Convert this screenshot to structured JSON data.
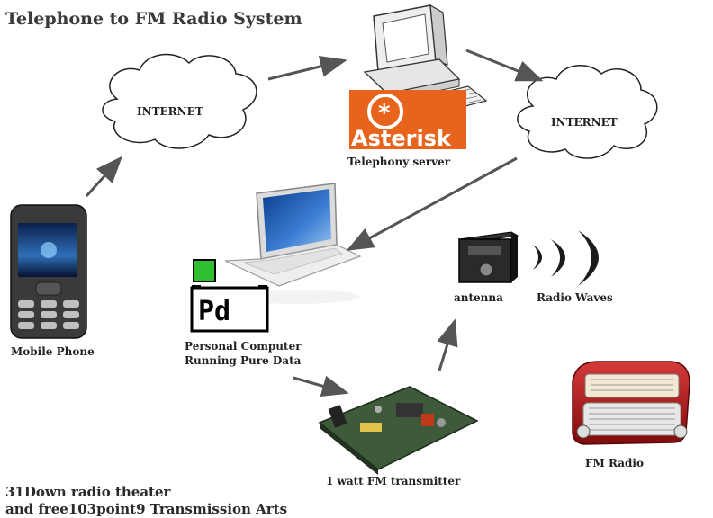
{
  "title": "Telephone to FM Radio System",
  "nodes": {
    "internet_left": "INTERNET",
    "internet_right": "INTERNET",
    "telephony_server": "Telephony server",
    "asterisk_logo_text": "Asterisk",
    "mobile_phone": "Mobile Phone",
    "pc_line1": "Personal Computer",
    "pc_line2": "Running Pure Data",
    "pd_logo_text": "Pd",
    "antenna": "antenna",
    "radio_waves": "Radio Waves",
    "transmitter": "1 watt FM transmitter",
    "fm_radio": "FM Radio"
  },
  "credits": {
    "line1": "31Down radio theater",
    "line2": "and free103point9 Transmission Arts"
  },
  "colors": {
    "asterisk_orange": "#e8631c",
    "radio_red": "#b01818",
    "pd_green": "#2fbf2f",
    "arrow": "#555555"
  }
}
